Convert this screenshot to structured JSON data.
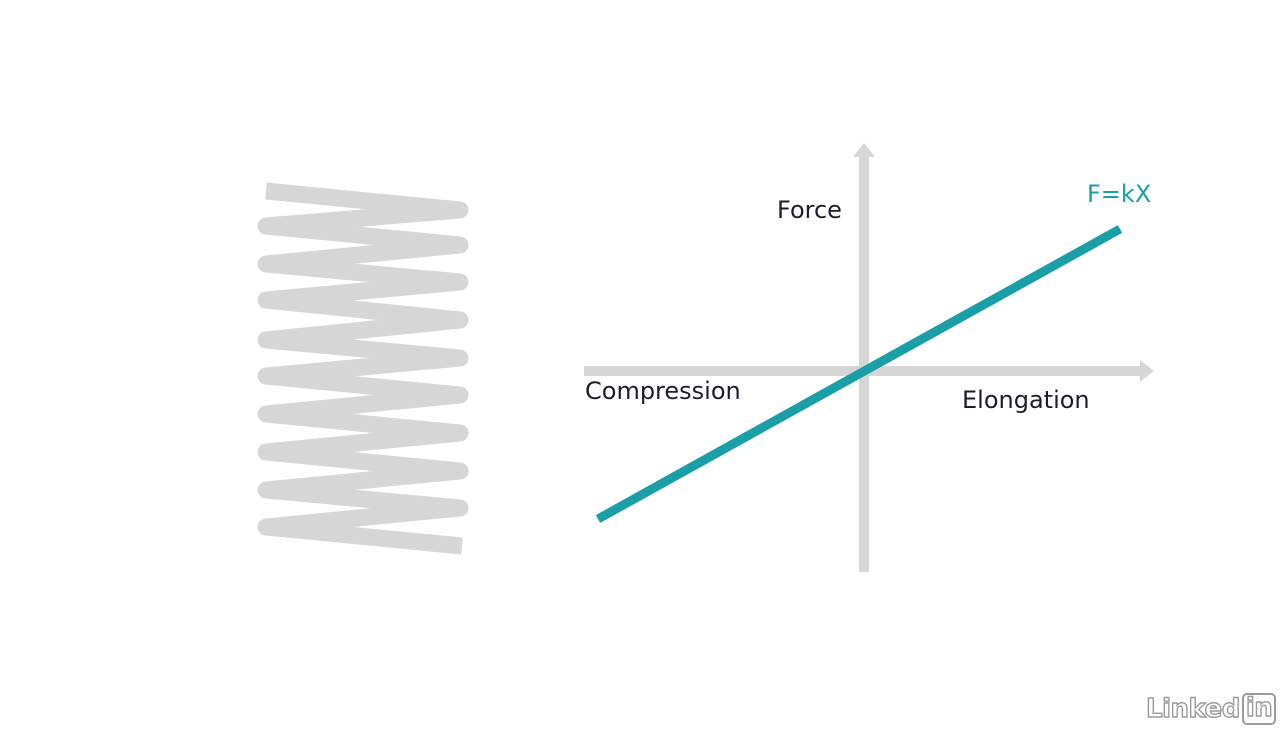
{
  "diagram": {
    "y_axis_label": "Force",
    "x_left_label": "Compression",
    "x_right_label": "Elongation",
    "equation": "F=kX",
    "colors": {
      "line": "#1a9fa8",
      "axis": "#d6d6d6",
      "spring": "#d6d6d6",
      "text": "#1d1d2b"
    }
  },
  "watermark": {
    "brand_main": "Linked",
    "brand_box": "in"
  }
}
